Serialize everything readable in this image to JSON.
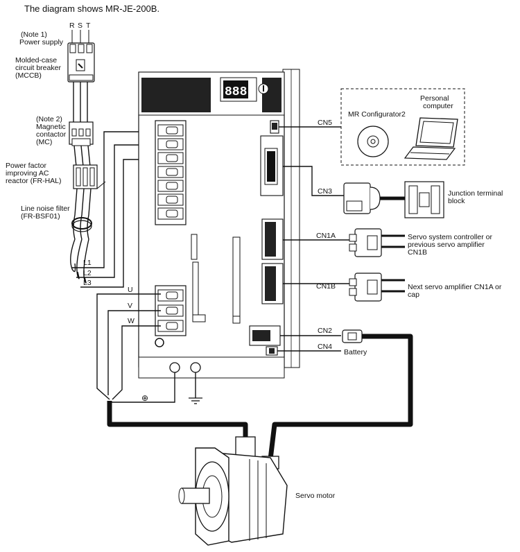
{
  "title": "The diagram shows MR-JE-200B.",
  "power_supply": {
    "note": "(Note 1)",
    "label": "Power supply",
    "phases": [
      "R",
      "S",
      "T"
    ]
  },
  "mccb": {
    "line1": "Molded-case",
    "line2": "circuit breaker",
    "line3": "(MCCB)"
  },
  "mc": {
    "note": "(Note 2)",
    "line1": "Magnetic",
    "line2": "contactor",
    "line3": "(MC)"
  },
  "reactor": {
    "line1": "Power factor",
    "line2": "improving AC",
    "line3": "reactor (FR-HAL)"
  },
  "filter": {
    "line1": "Line noise filter",
    "line2": "(FR-BSF01)"
  },
  "power_terminals": [
    "L1",
    "L2",
    "L3"
  ],
  "motor_terminals": [
    "U",
    "V",
    "W"
  ],
  "connectors": {
    "cn5": "CN5",
    "cn3": "CN3",
    "cn1a": "CN1A",
    "cn1b": "CN1B",
    "cn2": "CN2",
    "cn4": "CN4"
  },
  "pc_box": {
    "software": "MR Configurator2",
    "pc_line1": "Personal",
    "pc_line2": "computer"
  },
  "junction": {
    "line1": "Junction terminal",
    "line2": "block"
  },
  "cn1a_target": {
    "line1": "Servo system controller or",
    "line2": "previous servo amplifier",
    "line3": "CN1B"
  },
  "cn1b_target": {
    "line1": "Next servo amplifier CN1A or",
    "line2": "cap"
  },
  "battery": "Battery",
  "servo_motor": "Servo motor",
  "display": "888",
  "ground_symbol": "⊕"
}
